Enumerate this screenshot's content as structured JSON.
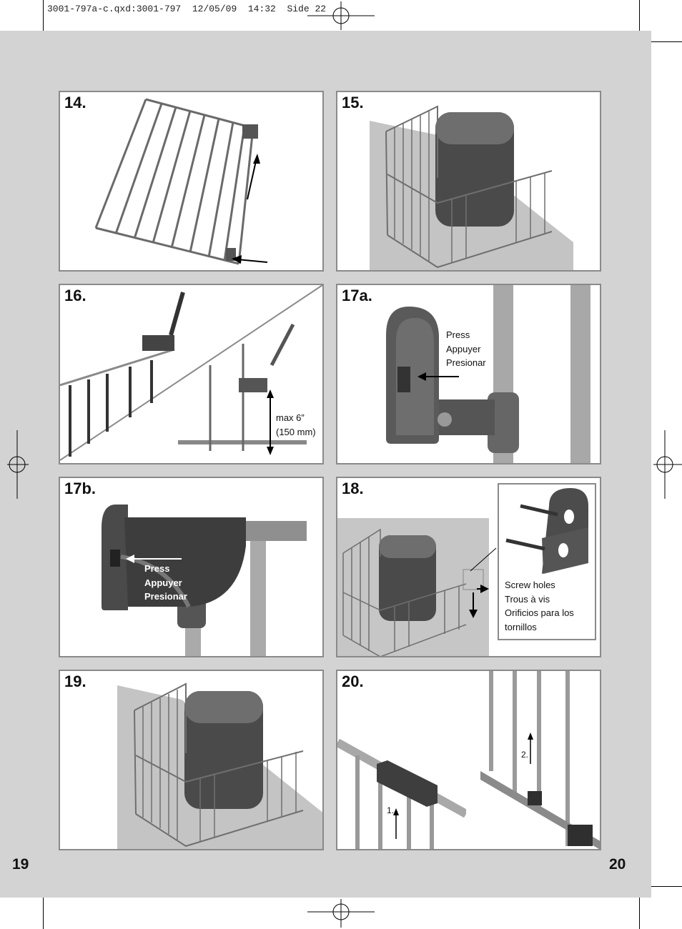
{
  "slug": "3001-797a-c.qxd:3001-797  12/05/09  14:32  Side 22",
  "page_left": "19",
  "page_right": "20",
  "steps": {
    "s14": "14.",
    "s15": "15.",
    "s16": "16.",
    "s17a": "17a.",
    "s17b": "17b.",
    "s18": "18.",
    "s19": "19.",
    "s20": "20."
  },
  "captions": {
    "max": "max 6”\n(150 mm)",
    "press_17a": "Press\nAppuyer\nPresionar",
    "press_17b": "Press\nAppuyer\nPresionar",
    "screw": "Screw holes\nTrous à vis\nOrificios para los\ntornillos",
    "step1": "1.",
    "step2": "2."
  }
}
